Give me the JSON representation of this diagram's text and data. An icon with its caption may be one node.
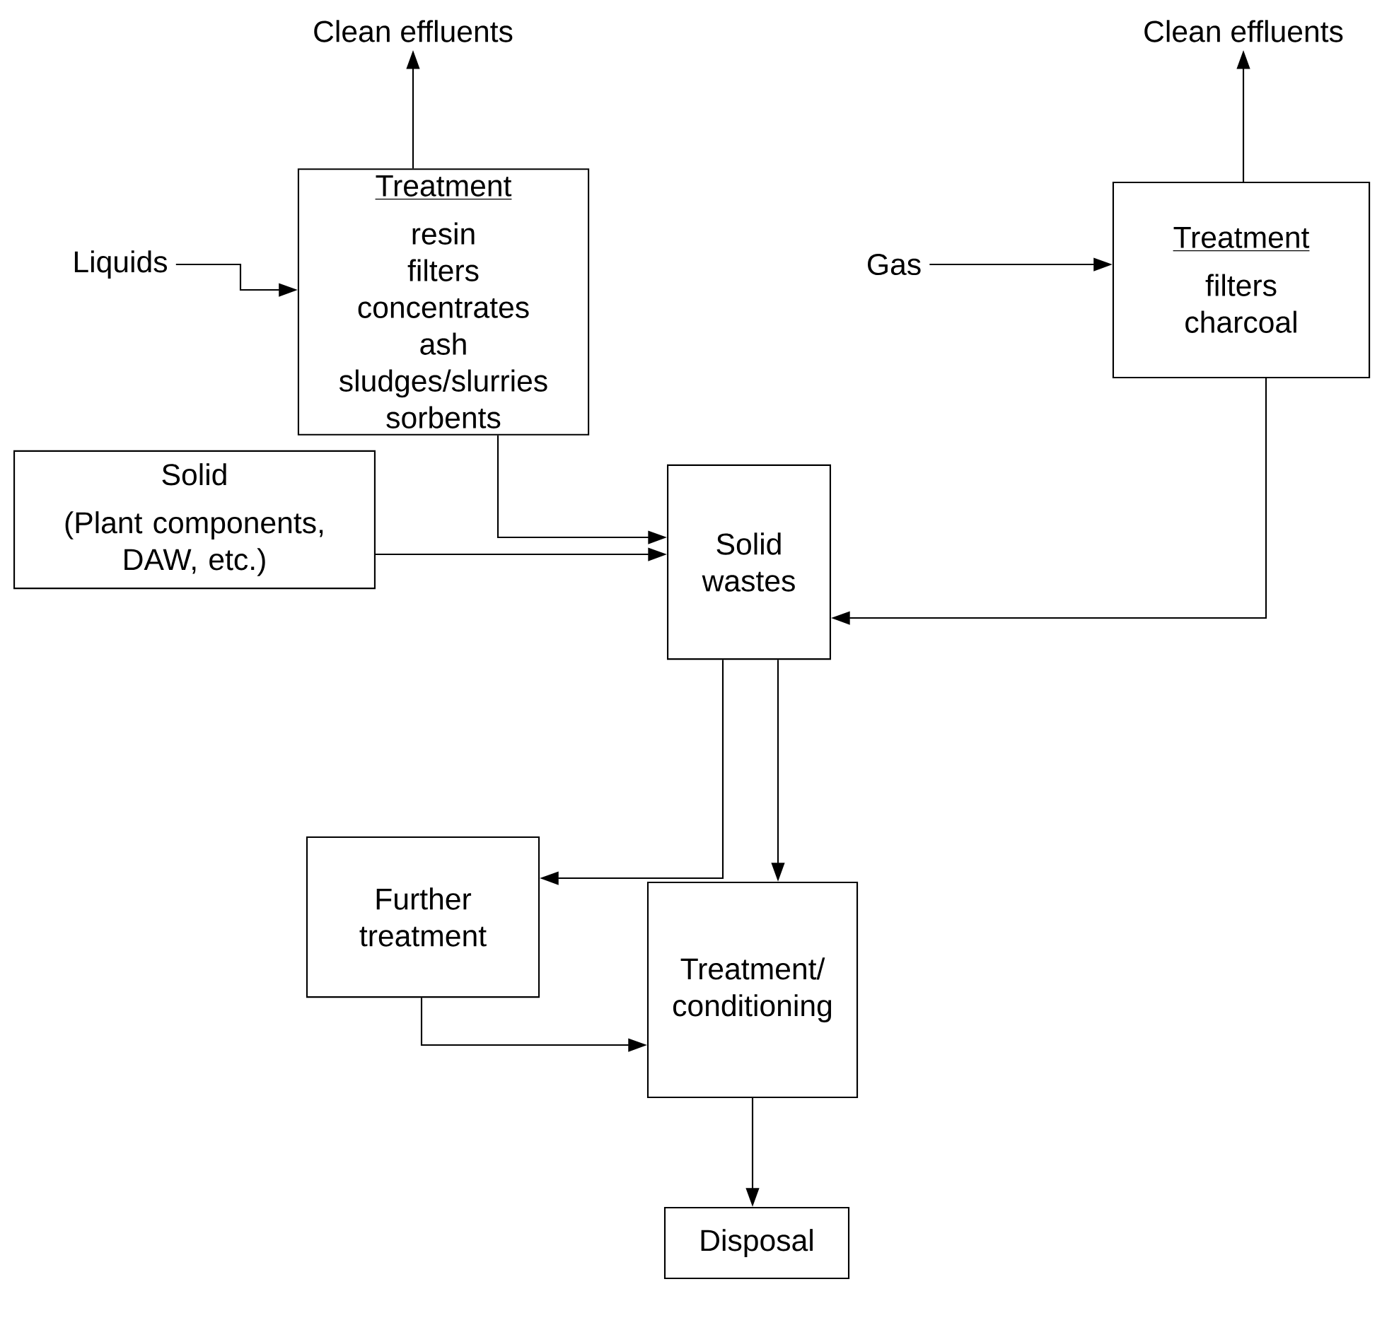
{
  "diagram": {
    "nodes": [
      {
        "text": [
          "Clean effluents"
        ]
      },
      {
        "text": [
          "Treatment",
          "resin filters concentrates ash sludges/slurries sorbents"
        ]
      },
      {
        "text": [
          "Liquids"
        ]
      },
      {
        "text": [
          "Clean effluents"
        ]
      },
      {
        "text": [
          "Treatment",
          "filters charcoal"
        ]
      },
      {
        "text": [
          "Gas"
        ]
      },
      {
        "text": [
          "Solid",
          "(Plant components, DAW, etc.)"
        ]
      },
      {
        "text": [
          "Solid wastes"
        ]
      },
      {
        "text": [
          "Further treatment"
        ]
      },
      {
        "text": [
          "Treatment/ conditioning"
        ]
      },
      {
        "text": [
          "Disposal"
        ]
      }
    ],
    "edges": [
      {
        "from": 1,
        "to": 0,
        "arrow": "to"
      },
      {
        "from": 4,
        "to": 3,
        "arrow": "to"
      },
      {
        "from": 2,
        "to": 1,
        "arrow": "to"
      },
      {
        "from": 5,
        "to": 4,
        "arrow": "to"
      },
      {
        "from": 1,
        "to": 7,
        "arrow": "to"
      },
      {
        "from": 6,
        "to": 7,
        "arrow": "to"
      },
      {
        "from": 4,
        "to": 7,
        "arrow": "to"
      },
      {
        "from": 7,
        "to": 8,
        "arrow": "to"
      },
      {
        "from": 7,
        "to": 9,
        "arrow": "to"
      },
      {
        "from": 8,
        "to": 9,
        "arrow": "to"
      },
      {
        "from": 9,
        "to": 10,
        "arrow": "to"
      }
    ]
  }
}
